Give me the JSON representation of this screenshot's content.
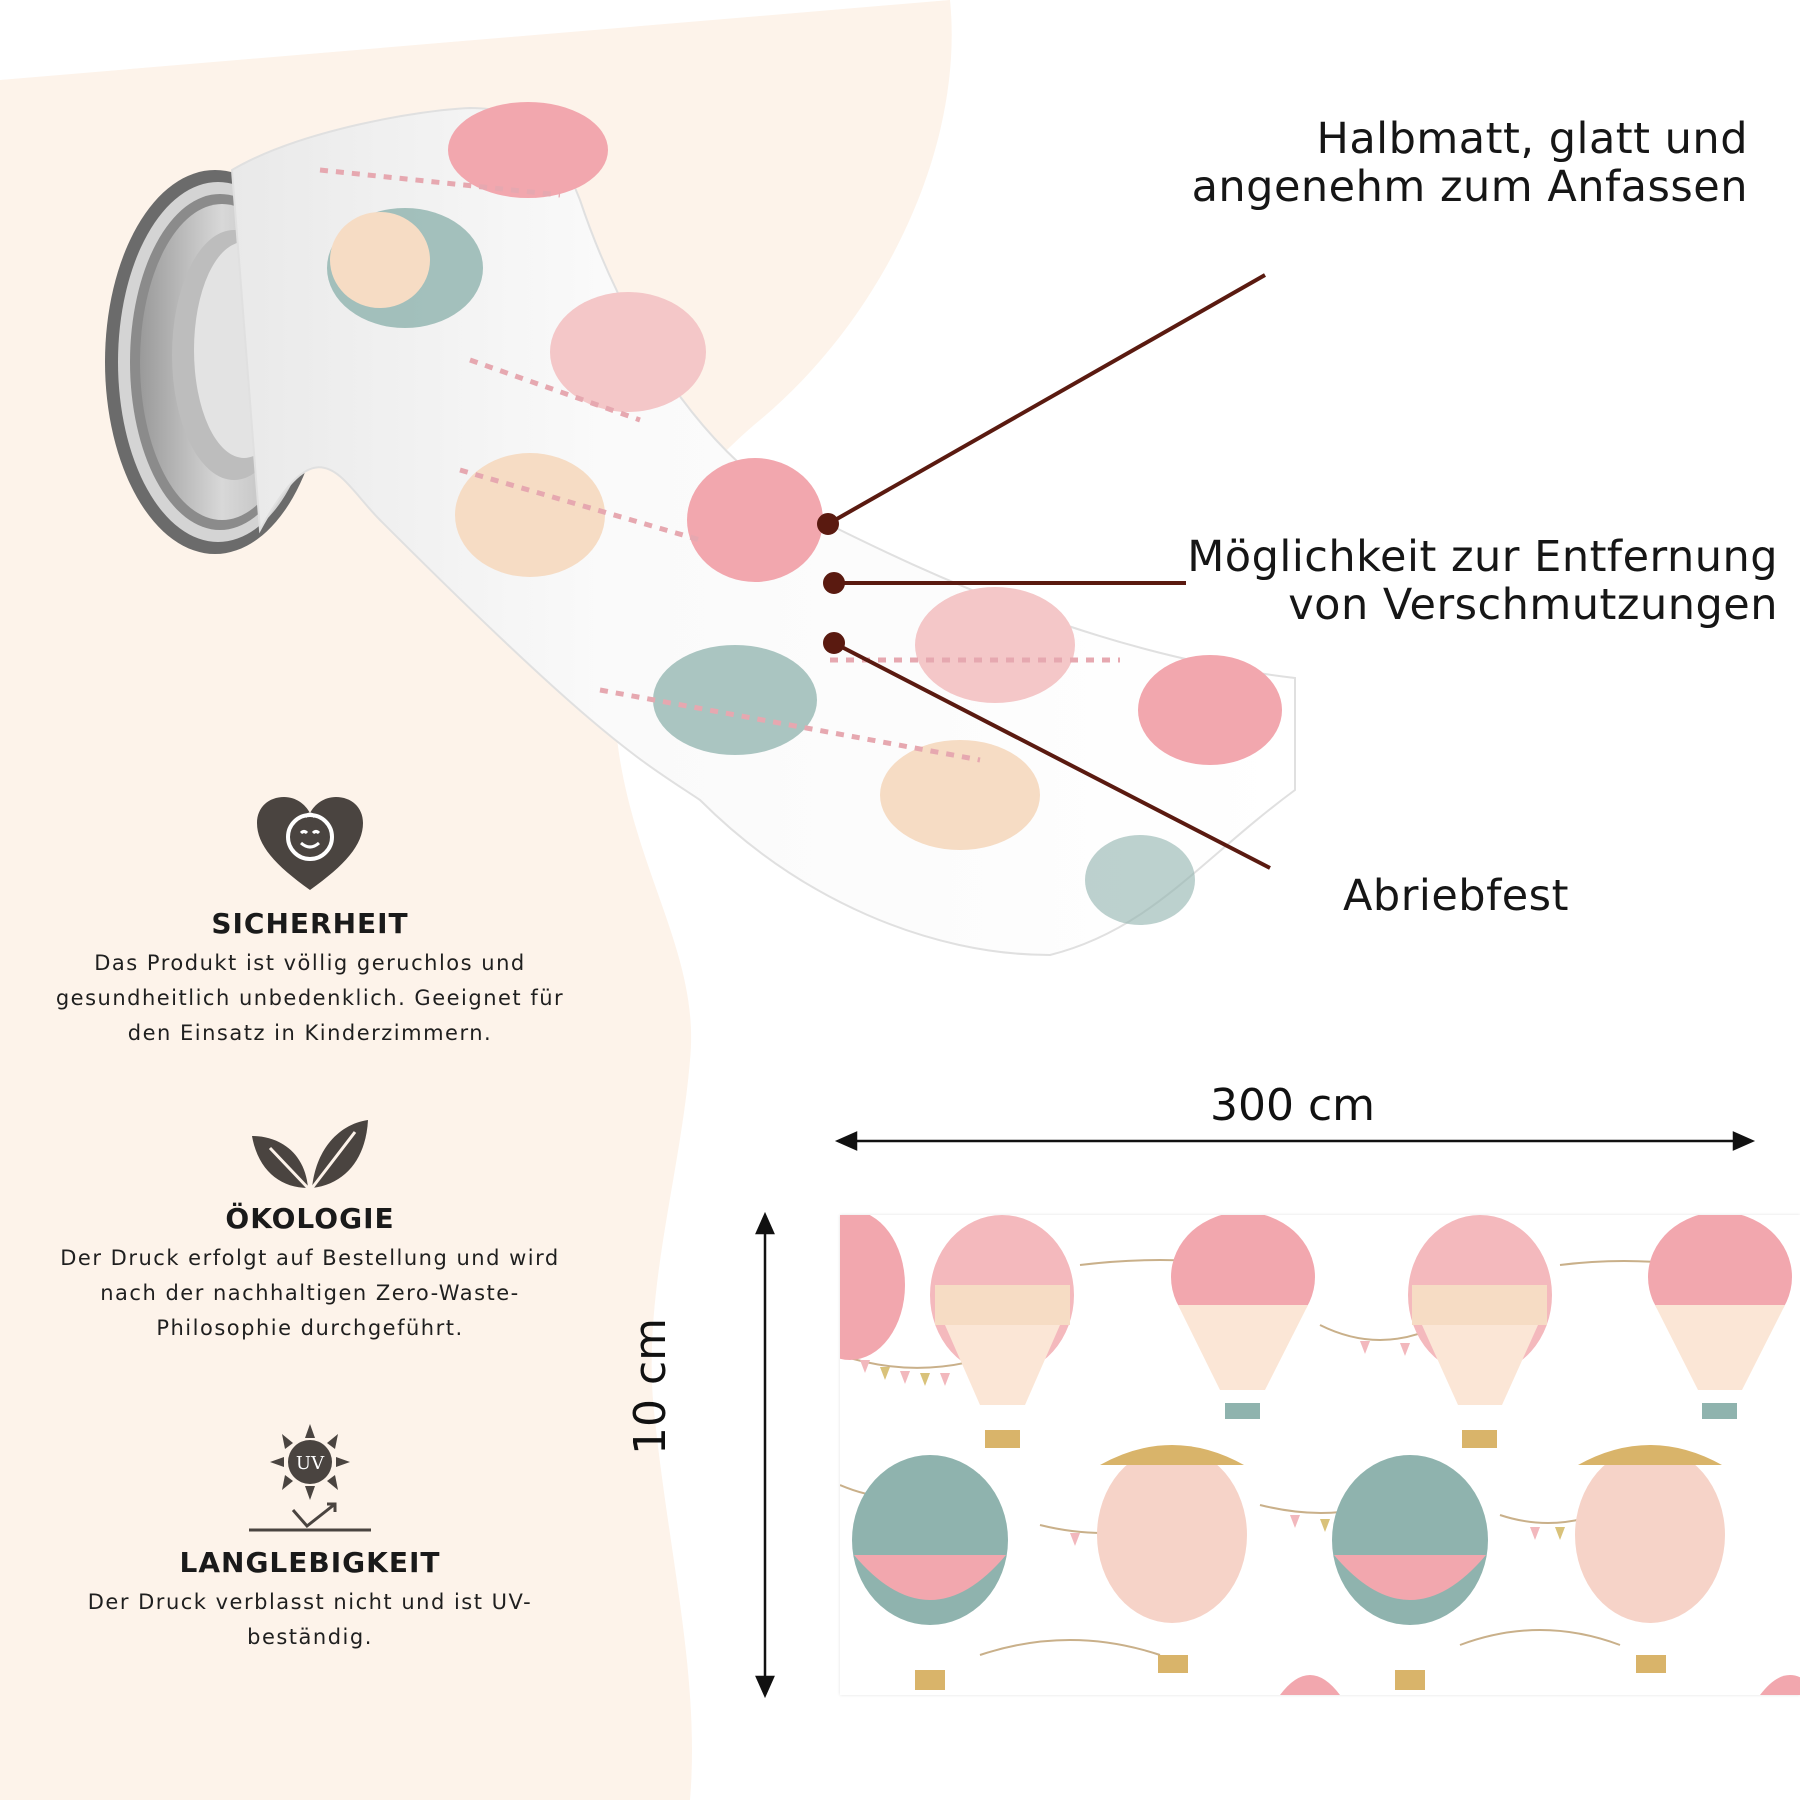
{
  "colors": {
    "background": "#ffffff",
    "beige_panel": "#fdf3ea",
    "leader_line": "#5a1a10",
    "icon_dark": "#4a4440",
    "balloon_pink": "#f2a7ae",
    "balloon_teal": "#8fb3ae",
    "balloon_cream": "#f6dcc4",
    "balloon_gold": "#d9b46a"
  },
  "callouts": {
    "matte_line1": "Halbmatt, glatt und",
    "matte_line2": "angenehm zum Anfassen",
    "dirt_line1": "Möglichkeit zur Entfernung",
    "dirt_line2": "von Verschmutzungen",
    "abrasion": "Abriebfest"
  },
  "features": [
    {
      "icon": "baby-heart-icon",
      "title": "SICHERHEIT",
      "desc_lines": [
        "Das Produkt ist völlig geruchlos und",
        "gesundheitlich unbedenklich. Geeignet für",
        "den Einsatz in Kinderzimmern."
      ]
    },
    {
      "icon": "leaves-icon",
      "title": "ÖKOLOGIE",
      "desc_lines": [
        "Der Druck erfolgt auf Bestellung und wird",
        "nach der nachhaltigen Zero-Waste-",
        "Philosophie durchgeführt."
      ]
    },
    {
      "icon": "uv-sun-icon",
      "icon_text": "UV",
      "title": "LANGLEBIGKEIT",
      "desc_lines": [
        "Der Druck verblasst nicht und ist UV-",
        "beständig."
      ]
    }
  ],
  "dimensions": {
    "width_label": "300 cm",
    "height_label": "10 cm"
  }
}
